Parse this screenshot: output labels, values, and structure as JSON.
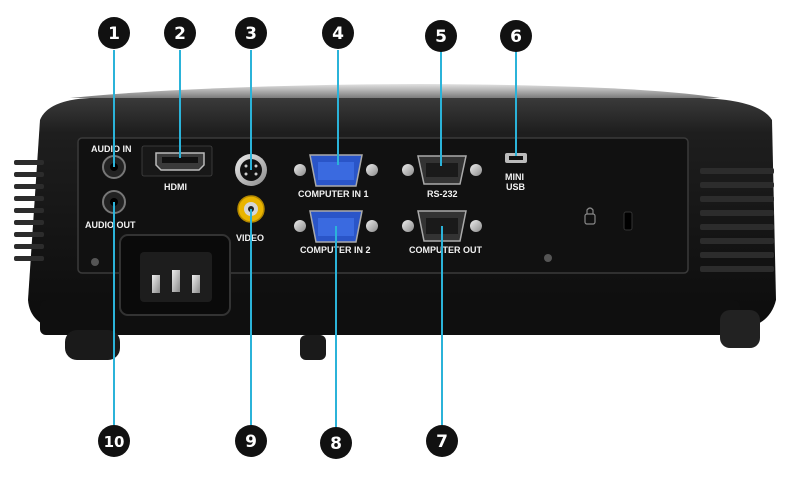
{
  "callouts": [
    {
      "num": "1"
    },
    {
      "num": "2"
    },
    {
      "num": "3"
    },
    {
      "num": "4"
    },
    {
      "num": "5"
    },
    {
      "num": "6"
    },
    {
      "num": "7"
    },
    {
      "num": "8"
    },
    {
      "num": "9"
    },
    {
      "num": "10"
    }
  ],
  "labels": {
    "audio_in": "AUDIO IN",
    "audio_out": "AUDIO OUT",
    "hdmi": "HDMI",
    "computer_in_1": "COMPUTER IN 1",
    "computer_in_2": "COMPUTER IN 2",
    "rs232": "RS-232",
    "computer_out": "COMPUTER OUT",
    "mini": "MINI",
    "usb": "USB",
    "video": "VIDEO"
  },
  "colors": {
    "callout_fill": "#111111",
    "leader_line": "#2bb3d9",
    "body": "#1b1b1b",
    "panel": "#121212",
    "vga_blue": "#2a55c8",
    "rca_yellow": "#e9b400"
  }
}
